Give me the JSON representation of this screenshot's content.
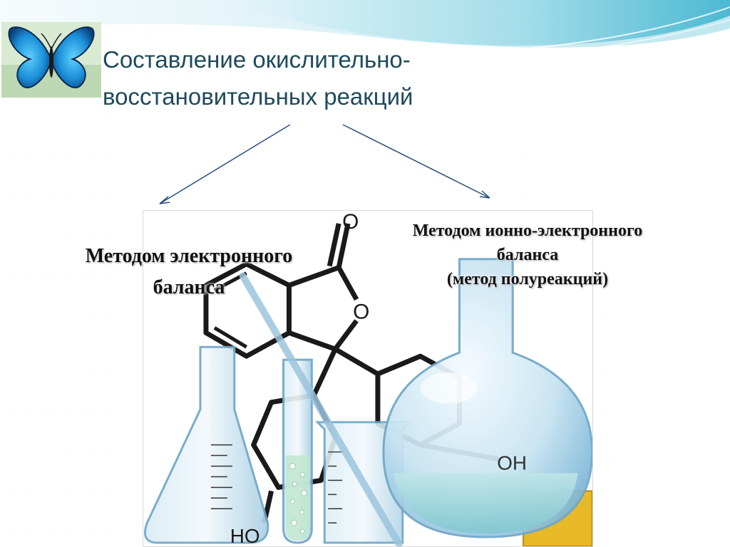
{
  "slide": {
    "title_lines": [
      "Составление окислительно-",
      "восстановительных реакций"
    ],
    "left_method": {
      "lines": [
        "Методом  электронного",
        "баланса"
      ]
    },
    "right_method": {
      "lines": [
        "Методом ионно-электронного",
        "баланса",
        "(метод полуреакций)"
      ]
    },
    "molecule_labels": {
      "ketone_o": "O",
      "ring_o": "O",
      "hydroxyl_left": "HO",
      "hydroxyl_right": "OH"
    },
    "icons": {
      "butterfly": "butterfly-icon",
      "arrow_left": "arrow-down-left-icon",
      "arrow_right": "arrow-down-right-icon"
    },
    "colors": {
      "title": "#1e4a5c",
      "arrow": "#2a4f80",
      "glass": "#7fb8d8",
      "liquid": "#8fd0d8",
      "wave": "#5fc4d8"
    }
  }
}
